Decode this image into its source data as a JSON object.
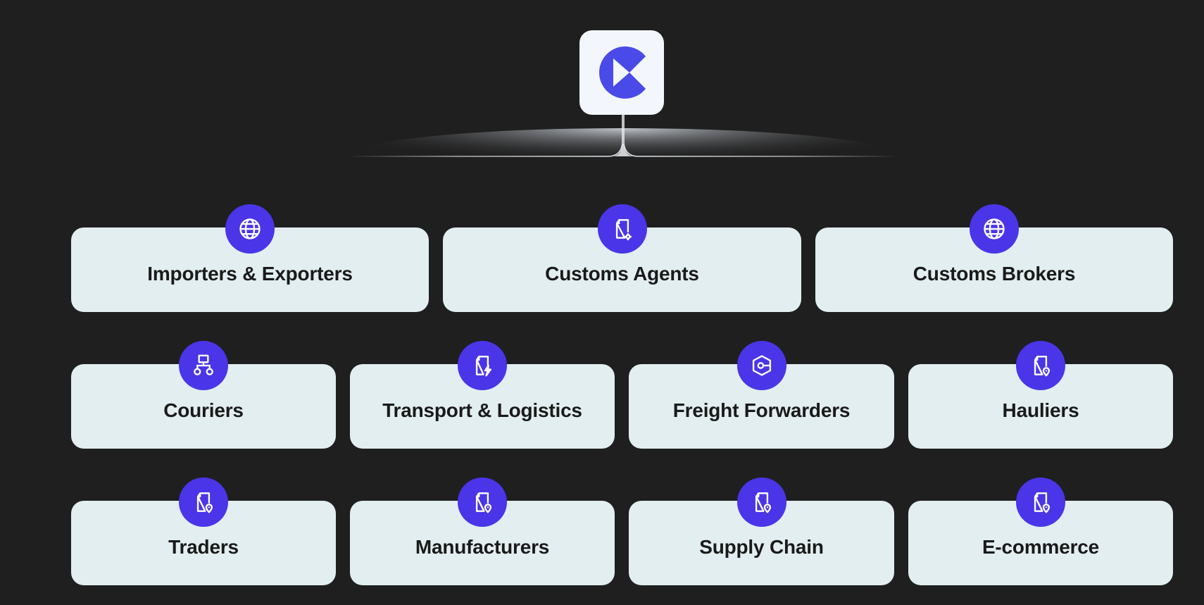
{
  "brand": {
    "logo_icon": "play-c-logo-icon",
    "colors": {
      "background": "#1f1f1f",
      "card": "#e2eef0",
      "accent": "#4a35e8",
      "logo_tile": "#f3f7fd",
      "text": "#1a1a1a"
    }
  },
  "rows": [
    {
      "cards": [
        {
          "label": "Importers & Exporters",
          "icon": "globe-icon"
        },
        {
          "label": "Customs Agents",
          "icon": "document-sparkle-icon"
        },
        {
          "label": "Customs Brokers",
          "icon": "globe-icon"
        }
      ]
    },
    {
      "cards": [
        {
          "label": "Couriers",
          "icon": "network-hierarchy-icon"
        },
        {
          "label": "Transport & Logistics",
          "icon": "document-lightning-icon"
        },
        {
          "label": "Freight Forwarders",
          "icon": "hexagon-nut-icon"
        },
        {
          "label": "Hauliers",
          "icon": "document-location-icon"
        }
      ]
    },
    {
      "cards": [
        {
          "label": "Traders",
          "icon": "document-location-icon"
        },
        {
          "label": "Manufacturers",
          "icon": "document-location-icon"
        },
        {
          "label": "Supply Chain",
          "icon": "document-location-icon"
        },
        {
          "label": "E-commerce",
          "icon": "document-location-icon"
        }
      ]
    }
  ]
}
